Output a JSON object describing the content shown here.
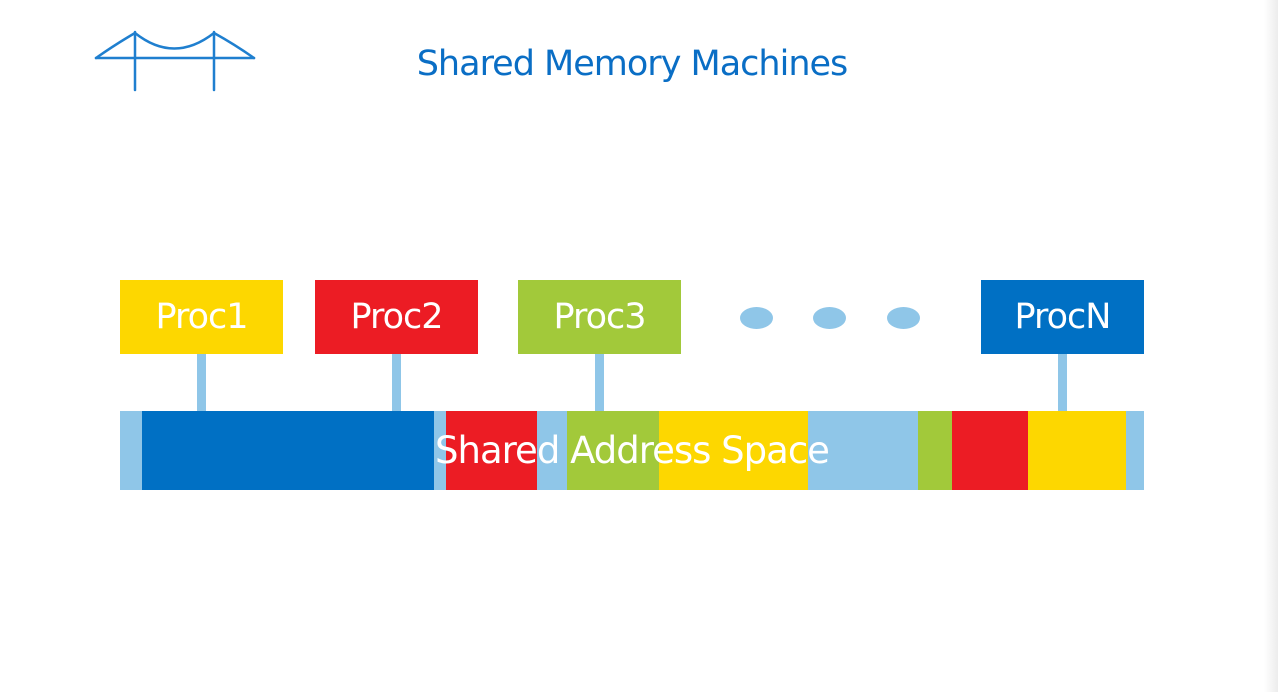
{
  "title": "Shared Memory Machines",
  "colors": {
    "title": "#0a6ec5",
    "logo": "#1f7fcf",
    "yellow": "#fdd700",
    "red": "#ec1c24",
    "green": "#a2c93a",
    "dark_blue": "#0070c4",
    "light_blue": "#8fc6e8"
  },
  "processors": [
    {
      "label": "Proc1",
      "color": "#fdd700"
    },
    {
      "label": "Proc2",
      "color": "#ec1c24"
    },
    {
      "label": "Proc3",
      "color": "#a2c93a"
    },
    {
      "label": "ProcN",
      "color": "#0070c4"
    }
  ],
  "ellipsis_dot_color": "#8fc6e8",
  "memory": {
    "label": "Shared Address Space",
    "base_color": "#8fc6e8",
    "segment_colors": [
      "#0070c4",
      "#ec1c24",
      "#a2c93a",
      "#fdd700",
      "#a2c93a",
      "#ec1c24",
      "#fdd700"
    ]
  },
  "logo_icon": "bridge-icon"
}
